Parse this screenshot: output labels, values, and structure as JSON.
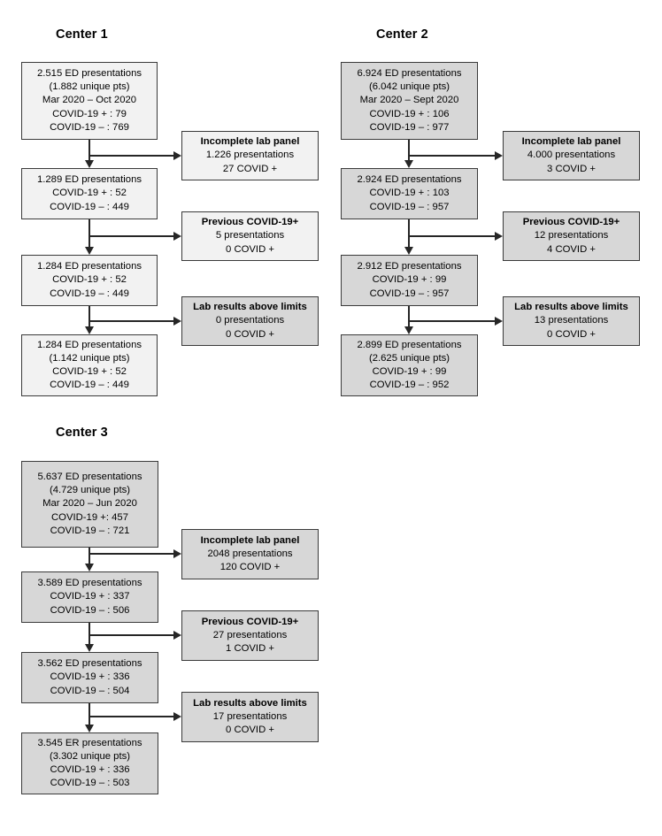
{
  "figure": {
    "type": "flowchart",
    "background": "#ffffff",
    "line_color": "#262626",
    "border_color": "#3a3a3a",
    "fill_light": "#f2f2f2",
    "fill_mid": "#e8e8e8",
    "fill_dark": "#d7d7d7"
  },
  "centers": [
    {
      "title": "Center 1",
      "main_boxes": [
        {
          "name": "center1-main-1",
          "lines": [
            "2.515 ED presentations",
            "(1.882 unique pts)",
            "Mar 2020 – Oct 2020",
            "COVID-19 + : 79",
            "COVID-19 – : 769"
          ]
        },
        {
          "name": "center1-main-2",
          "lines": [
            "1.289 ED presentations",
            "COVID-19 + : 52",
            "COVID-19 – : 449"
          ]
        },
        {
          "name": "center1-main-3",
          "lines": [
            "1.284 ED presentations",
            "COVID-19 + : 52",
            "COVID-19 – : 449"
          ]
        },
        {
          "name": "center1-main-4",
          "lines": [
            "1.284 ED presentations",
            "(1.142 unique pts)",
            "COVID-19 + : 52",
            "COVID-19 – : 449"
          ]
        }
      ],
      "exclusion_boxes": [
        {
          "name": "center1-exclusion-incomplete-lab-panel",
          "heading": "Incomplete lab panel",
          "lines": [
            "1.226 presentations",
            "27 COVID +"
          ]
        },
        {
          "name": "center1-exclusion-previous-covid",
          "heading": "Previous COVID-19+",
          "lines": [
            "5 presentations",
            "0 COVID +"
          ]
        },
        {
          "name": "center1-exclusion-lab-above-limits",
          "heading": "Lab results above limits",
          "lines": [
            "0 presentations",
            "0 COVID +"
          ]
        }
      ]
    },
    {
      "title": "Center 2",
      "main_boxes": [
        {
          "name": "center2-main-1",
          "lines": [
            "6.924 ED presentations",
            "(6.042 unique pts)",
            "Mar 2020 – Sept 2020",
            "COVID-19 + : 106",
            "COVID-19 – : 977"
          ]
        },
        {
          "name": "center2-main-2",
          "lines": [
            "2.924 ED presentations",
            "COVID-19 + : 103",
            "COVID-19 – : 957"
          ]
        },
        {
          "name": "center2-main-3",
          "lines": [
            "2.912 ED presentations",
            "COVID-19 + : 99",
            "COVID-19 – : 957"
          ]
        },
        {
          "name": "center2-main-4",
          "lines": [
            "2.899 ED presentations",
            "(2.625 unique pts)",
            "COVID-19 + : 99",
            "COVID-19 – : 952"
          ]
        }
      ],
      "exclusion_boxes": [
        {
          "name": "center2-exclusion-incomplete-lab-panel",
          "heading": "Incomplete lab panel",
          "lines": [
            "4.000 presentations",
            "3 COVID +"
          ]
        },
        {
          "name": "center2-exclusion-previous-covid",
          "heading": "Previous COVID-19+",
          "lines": [
            "12 presentations",
            "4 COVID +"
          ]
        },
        {
          "name": "center2-exclusion-lab-above-limits",
          "heading": "Lab results above limits",
          "lines": [
            "13 presentations",
            "0 COVID +"
          ]
        }
      ]
    },
    {
      "title": "Center 3",
      "main_boxes": [
        {
          "name": "center3-main-1",
          "lines": [
            "5.637 ED presentations",
            "(4.729 unique pts)",
            "Mar 2020 – Jun 2020",
            "COVID-19 +: 457",
            "COVID-19 – : 721"
          ]
        },
        {
          "name": "center3-main-2",
          "lines": [
            "3.589 ED presentations",
            "COVID-19 + : 337",
            "COVID-19 – : 506"
          ]
        },
        {
          "name": "center3-main-3",
          "lines": [
            "3.562 ED presentations",
            "COVID-19 + : 336",
            "COVID-19 – : 504"
          ]
        },
        {
          "name": "center3-main-4",
          "lines": [
            "3.545 ER presentations",
            "(3.302 unique pts)",
            "COVID-19 + : 336",
            "COVID-19 – : 503"
          ]
        }
      ],
      "exclusion_boxes": [
        {
          "name": "center3-exclusion-incomplete-lab-panel",
          "heading": "Incomplete lab panel",
          "lines": [
            "2048 presentations",
            "120 COVID +"
          ]
        },
        {
          "name": "center3-exclusion-previous-covid",
          "heading": "Previous COVID-19+",
          "lines": [
            "27 presentations",
            "1 COVID +"
          ]
        },
        {
          "name": "center3-exclusion-lab-above-limits",
          "heading": "Lab results above limits",
          "lines": [
            "17 presentations",
            "0 COVID +"
          ]
        }
      ]
    }
  ]
}
